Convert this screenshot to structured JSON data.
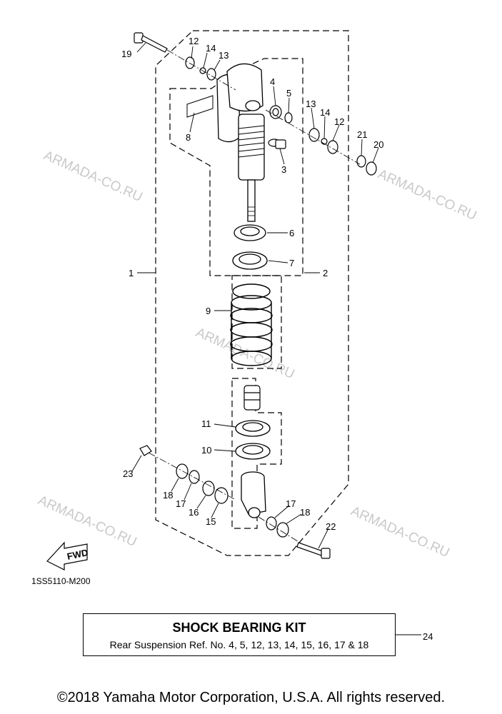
{
  "diagram": {
    "code": "1SS5110-M200",
    "fwd_label": "FWD",
    "watermark": "ARMADA-CO.RU",
    "callouts": {
      "c1": "1",
      "c2": "2",
      "c3": "3",
      "c4": "4",
      "c5": "5",
      "c6": "6",
      "c7": "7",
      "c8": "8",
      "c9": "9",
      "c10": "10",
      "c11": "11",
      "c12a": "12",
      "c12b": "12",
      "c13a": "13",
      "c13b": "13",
      "c14a": "14",
      "c14b": "14",
      "c15": "15",
      "c16": "16",
      "c17a": "17",
      "c17b": "17",
      "c18a": "18",
      "c18b": "18",
      "c19": "19",
      "c20": "20",
      "c21": "21",
      "c22": "22",
      "c23": "23",
      "c24": "24"
    }
  },
  "kit": {
    "title": "SHOCK BEARING KIT",
    "subtitle": "Rear Suspension Ref. No. 4, 5, 12, 13, 14, 15, 16, 17 & 18",
    "ref": "24"
  },
  "footer": {
    "copyright": "©2018 Yamaha Motor Corporation, U.S.A. All rights reserved."
  }
}
